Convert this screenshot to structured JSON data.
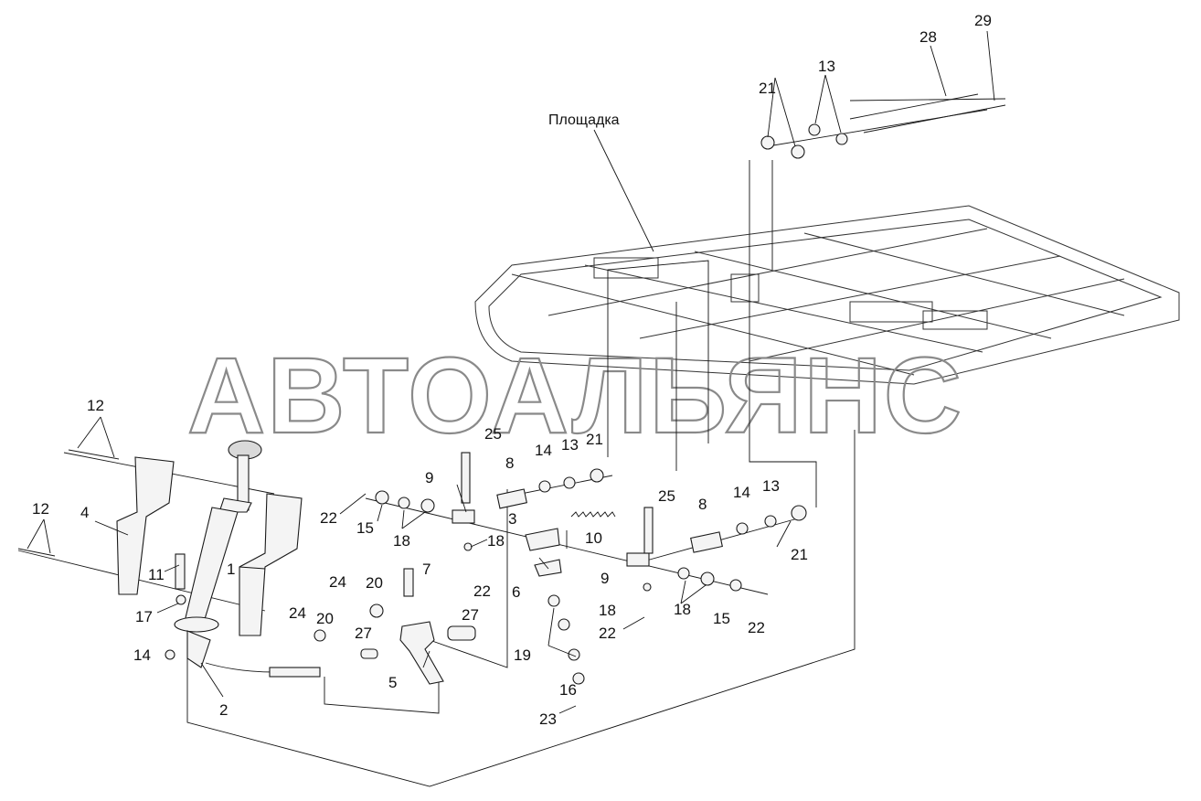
{
  "watermark": "АВТОАЛЬЯНС",
  "platform_label": "Площадка",
  "callouts": {
    "c1": "1",
    "c2": "2",
    "c3": "3",
    "c4": "4",
    "c5": "5",
    "c6": "6",
    "c7": "7",
    "c8a": "8",
    "c8b": "8",
    "c9a": "9",
    "c9b": "9",
    "c10": "10",
    "c11": "11",
    "c12a": "12",
    "c12b": "12",
    "c13a": "13",
    "c13b": "13",
    "c13c": "13",
    "c14a": "14",
    "c14b": "14",
    "c14c": "14",
    "c15a": "15",
    "c15b": "15",
    "c16": "16",
    "c17": "17",
    "c18a": "18",
    "c18b": "18",
    "c18c": "18",
    "c18d": "18",
    "c19": "19",
    "c20a": "20",
    "c20b": "20",
    "c21a": "21",
    "c21b": "21",
    "c21c": "21",
    "c22a": "22",
    "c22b": "22",
    "c22c": "22",
    "c22d": "22",
    "c23": "23",
    "c24a": "24",
    "c24b": "24",
    "c25a": "25",
    "c25b": "25",
    "c27a": "27",
    "c27b": "27",
    "c28": "28",
    "c29": "29"
  }
}
